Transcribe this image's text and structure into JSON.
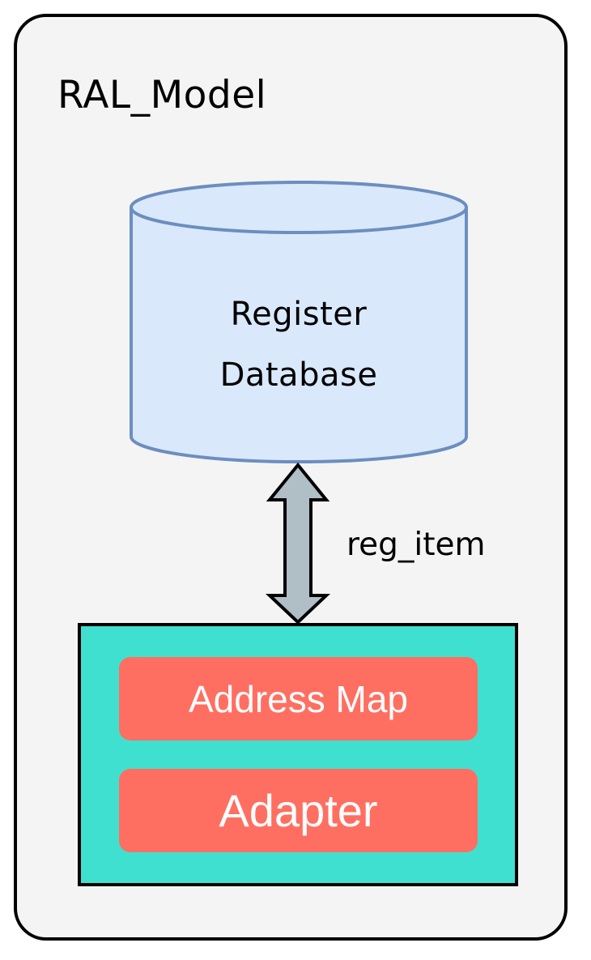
{
  "diagram": {
    "title": "RAL_Model",
    "database": {
      "line1": "Register",
      "line2": "Database",
      "fill": "#dae8fc",
      "stroke": "#6c8ebf"
    },
    "connector": {
      "label": "reg_item",
      "fill": "#b0bec5",
      "direction": "bidirectional"
    },
    "container": {
      "fill": "#40e0d0",
      "items": [
        {
          "label": "Address Map",
          "fill": "#ff6f61"
        },
        {
          "label": "Adapter",
          "fill": "#ff6f61"
        }
      ]
    }
  }
}
